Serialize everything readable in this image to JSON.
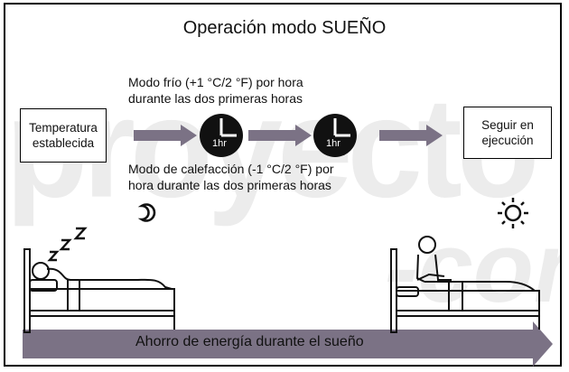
{
  "title": "Operación modo SUEÑO",
  "start_box": "Temperatura establecida",
  "cool_note": [
    "Modo frío (+1 °C/2 °F) por hora",
    "durante las dos primeras horas"
  ],
  "heat_note": [
    "Modo de calefacción (-1 °C/2 °F) por",
    "hora durante las dos primeras horas"
  ],
  "clock_label": "1hr",
  "end_box": "Seguir en ejecución",
  "sleep_letters": "Z Z Z",
  "bar_label": "Ahorro de energía durante el sueño",
  "watermark": [
    "proyecto",
    "-con"
  ],
  "icons": [
    "moon-icon",
    "sun-icon",
    "clock-icon",
    "sleeping-person-icon",
    "waking-person-icon"
  ],
  "colors": {
    "arrow": "#7b7285",
    "clock": "#111111",
    "border": "#000000"
  }
}
